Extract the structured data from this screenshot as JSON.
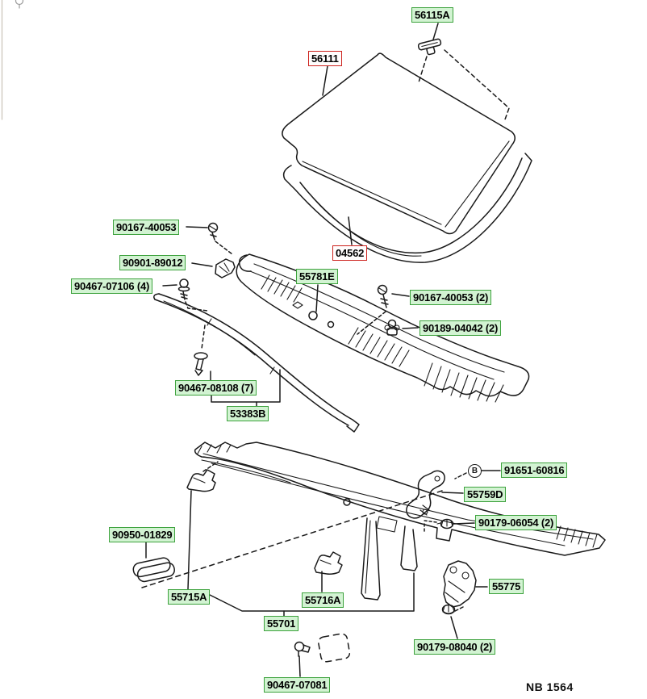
{
  "sheet": {
    "code": "NB 1564"
  },
  "badge_b": "B",
  "labels": {
    "p56115A": "56115A",
    "p56111": "56111",
    "p04562": "04562",
    "p90167_40053": "90167-40053",
    "p90901_89012": "90901-89012",
    "p90467_07106_4": "90467-07106 (4)",
    "p55781E": "55781E",
    "p90167_40053_2": "90167-40053 (2)",
    "p90189_04042_2": "90189-04042 (2)",
    "p90467_08108_7": "90467-08108 (7)",
    "p53383B": "53383B",
    "p91651_60816": "91651-60816",
    "p55759D": "55759D",
    "p90179_06054_2": "90179-06054 (2)",
    "p90950_01829": "90950-01829",
    "p55715A": "55715A",
    "p55716A": "55716A",
    "p55775": "55775",
    "p55701": "55701",
    "p90179_08040_2": "90179-08040 (2)",
    "p90467_07081": "90467-07081"
  },
  "colors": {
    "label_green_bg": "#d2f3d2",
    "label_green_border": "#3da23d",
    "label_red_border": "#cd231e",
    "line_color": "#1a1a1a"
  }
}
